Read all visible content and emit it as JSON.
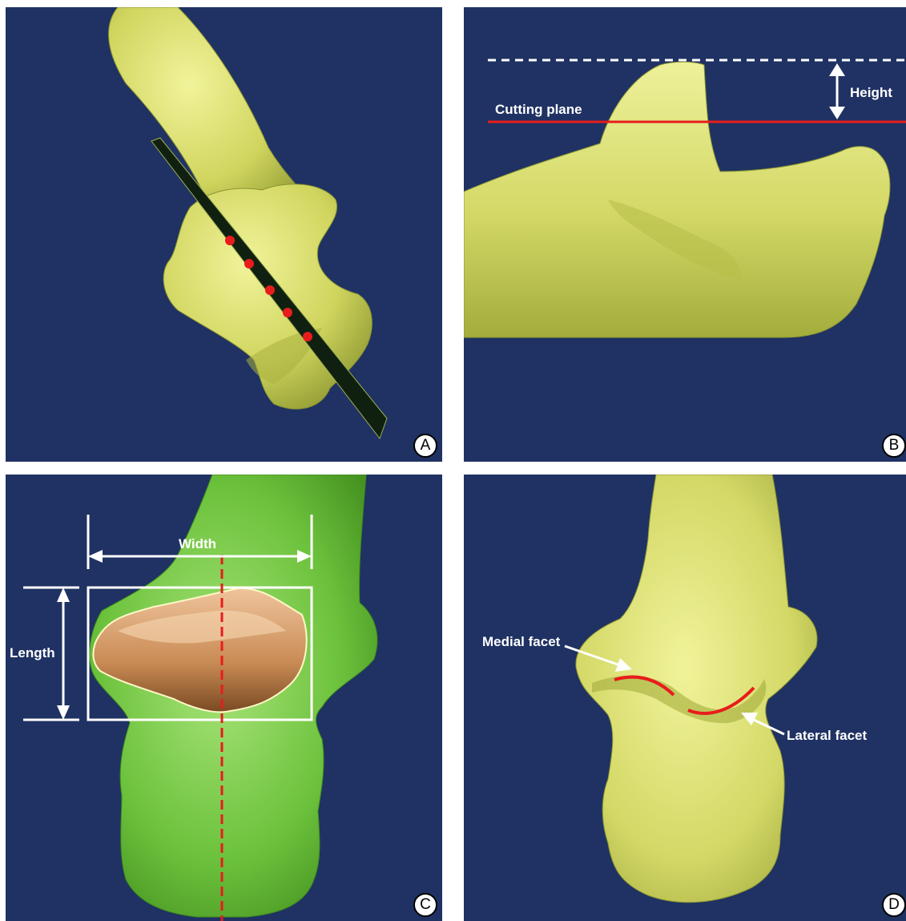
{
  "panels": [
    {
      "id": "A",
      "badge": "A"
    },
    {
      "id": "B",
      "badge": "B",
      "labels": {
        "height": "Height",
        "cutting_plane": "Cutting plane"
      }
    },
    {
      "id": "C",
      "badge": "C",
      "labels": {
        "width": "Width",
        "length": "Length"
      }
    },
    {
      "id": "D",
      "badge": "D",
      "labels": {
        "medial_facet": "Medial facet",
        "lateral_facet": "Lateral facet"
      }
    }
  ],
  "colors": {
    "background": "#1f3263",
    "bone_yellow": "#d6dc6c",
    "bone_green": "#6cc23c",
    "articular_surface": "#d69a64",
    "marker_red": "#e81c1c",
    "annotation_white": "#ffffff"
  }
}
